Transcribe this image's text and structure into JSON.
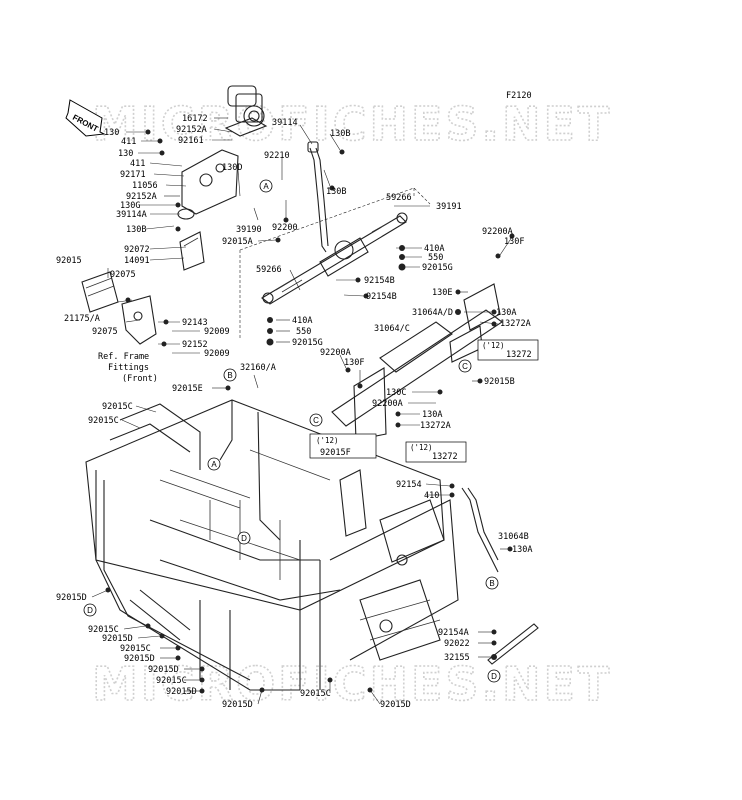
{
  "figure_code": "F2120",
  "watermark": "MICROFICHES.NET",
  "front_arrow": "FRONT",
  "ref_frame_note": [
    "Ref. Frame",
    "Fittings",
    "(Front)"
  ],
  "part_labels": [
    {
      "id": "130_a",
      "text": "130"
    },
    {
      "id": "411_a",
      "text": "411"
    },
    {
      "id": "16172",
      "text": "16172"
    },
    {
      "id": "92152A_a",
      "text": "92152A"
    },
    {
      "id": "92161",
      "text": "92161"
    },
    {
      "id": "130_b",
      "text": "130"
    },
    {
      "id": "411_b",
      "text": "411"
    },
    {
      "id": "92171",
      "text": "92171"
    },
    {
      "id": "11056",
      "text": "11056"
    },
    {
      "id": "92152A_b",
      "text": "92152A"
    },
    {
      "id": "130G",
      "text": "130G"
    },
    {
      "id": "39114A",
      "text": "39114A"
    },
    {
      "id": "130B_a",
      "text": "130B"
    },
    {
      "id": "92072",
      "text": "92072"
    },
    {
      "id": "14091",
      "text": "14091"
    },
    {
      "id": "39114",
      "text": "39114"
    },
    {
      "id": "130B_b",
      "text": "130B"
    },
    {
      "id": "130B_c",
      "text": "130B"
    },
    {
      "id": "92210",
      "text": "92210"
    },
    {
      "id": "130D",
      "text": "130D"
    },
    {
      "id": "39190",
      "text": "39190"
    },
    {
      "id": "92200",
      "text": "92200"
    },
    {
      "id": "92015A",
      "text": "92015A"
    },
    {
      "id": "59266_a",
      "text": "59266"
    },
    {
      "id": "39191",
      "text": "39191"
    },
    {
      "id": "410A_a",
      "text": "410A"
    },
    {
      "id": "550_a",
      "text": "550"
    },
    {
      "id": "92015G_a",
      "text": "92015G"
    },
    {
      "id": "59266_b",
      "text": "59266"
    },
    {
      "id": "92154B_a",
      "text": "92154B"
    },
    {
      "id": "92154B_b",
      "text": "92154B"
    },
    {
      "id": "410A_b",
      "text": "410A"
    },
    {
      "id": "550_b",
      "text": "550"
    },
    {
      "id": "92015G_b",
      "text": "92015G"
    },
    {
      "id": "92200A_a",
      "text": "92200A"
    },
    {
      "id": "130F_a",
      "text": "130F"
    },
    {
      "id": "130E",
      "text": "130E"
    },
    {
      "id": "130A_a",
      "text": "130A"
    },
    {
      "id": "31064AD",
      "text": "31064A/D"
    },
    {
      "id": "13272A_a",
      "text": "13272A"
    },
    {
      "id": "31064C",
      "text": "31064/C"
    },
    {
      "id": "y12_a",
      "text": "('12)"
    },
    {
      "id": "13272_a",
      "text": "13272"
    },
    {
      "id": "92015",
      "text": "92015"
    },
    {
      "id": "92075_a",
      "text": "92075"
    },
    {
      "id": "21175A",
      "text": "21175/A"
    },
    {
      "id": "92075_b",
      "text": "92075"
    },
    {
      "id": "92143",
      "text": "92143"
    },
    {
      "id": "92009_a",
      "text": "92009"
    },
    {
      "id": "92152",
      "text": "92152"
    },
    {
      "id": "92009_b",
      "text": "92009"
    },
    {
      "id": "92200A_b",
      "text": "92200A"
    },
    {
      "id": "130F_b",
      "text": "130F"
    },
    {
      "id": "92015B",
      "text": "92015B"
    },
    {
      "id": "130C",
      "text": "130C"
    },
    {
      "id": "92200A_c",
      "text": "92200A"
    },
    {
      "id": "130A_b",
      "text": "130A"
    },
    {
      "id": "13272A_b",
      "text": "13272A"
    },
    {
      "id": "y12_b",
      "text": "('12)"
    },
    {
      "id": "13272_b",
      "text": "13272"
    },
    {
      "id": "32160A",
      "text": "32160/A"
    },
    {
      "id": "92015E",
      "text": "92015E"
    },
    {
      "id": "92015C_a",
      "text": "92015C"
    },
    {
      "id": "92015C_b",
      "text": "92015C"
    },
    {
      "id": "y12_c",
      "text": "('12)"
    },
    {
      "id": "92015F",
      "text": "92015F"
    },
    {
      "id": "92154",
      "text": "92154"
    },
    {
      "id": "410",
      "text": "410"
    },
    {
      "id": "31064B",
      "text": "31064B"
    },
    {
      "id": "130A_c",
      "text": "130A"
    },
    {
      "id": "92015D_a",
      "text": "92015D"
    },
    {
      "id": "92015C_c",
      "text": "92015C"
    },
    {
      "id": "92015D_b",
      "text": "92015D"
    },
    {
      "id": "92015C_d",
      "text": "92015C"
    },
    {
      "id": "92015D_c",
      "text": "92015D"
    },
    {
      "id": "92015D_d",
      "text": "92015D"
    },
    {
      "id": "92015C_e",
      "text": "92015C"
    },
    {
      "id": "92015D_e",
      "text": "92015D"
    },
    {
      "id": "92015D_f",
      "text": "92015D"
    },
    {
      "id": "92015C_f",
      "text": "92015C"
    },
    {
      "id": "92015D_g",
      "text": "92015D"
    },
    {
      "id": "92154A",
      "text": "92154A"
    },
    {
      "id": "92022",
      "text": "92022"
    },
    {
      "id": "32155",
      "text": "32155"
    }
  ],
  "ref_circles": [
    {
      "id": "A_1",
      "text": "A"
    },
    {
      "id": "B_1",
      "text": "B"
    },
    {
      "id": "C_1",
      "text": "C"
    },
    {
      "id": "C_2",
      "text": "C"
    },
    {
      "id": "A_2",
      "text": "A"
    },
    {
      "id": "D_1",
      "text": "D"
    },
    {
      "id": "D_2",
      "text": "D"
    },
    {
      "id": "B_2",
      "text": "B"
    },
    {
      "id": "D_3",
      "text": "D"
    }
  ]
}
